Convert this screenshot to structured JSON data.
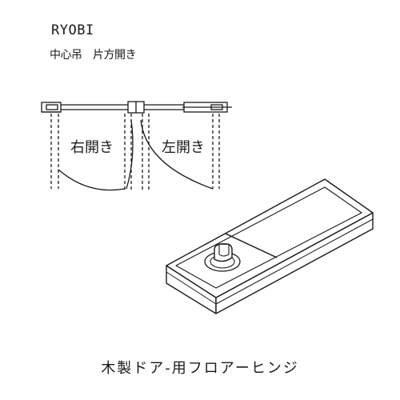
{
  "header": {
    "brand": "RYOBI",
    "subtitle": "中心吊　片方開き"
  },
  "plan": {
    "right_swing_label": "右開き",
    "left_swing_label": "左開き"
  },
  "caption": "木製ドア-用フロアーヒンジ"
}
